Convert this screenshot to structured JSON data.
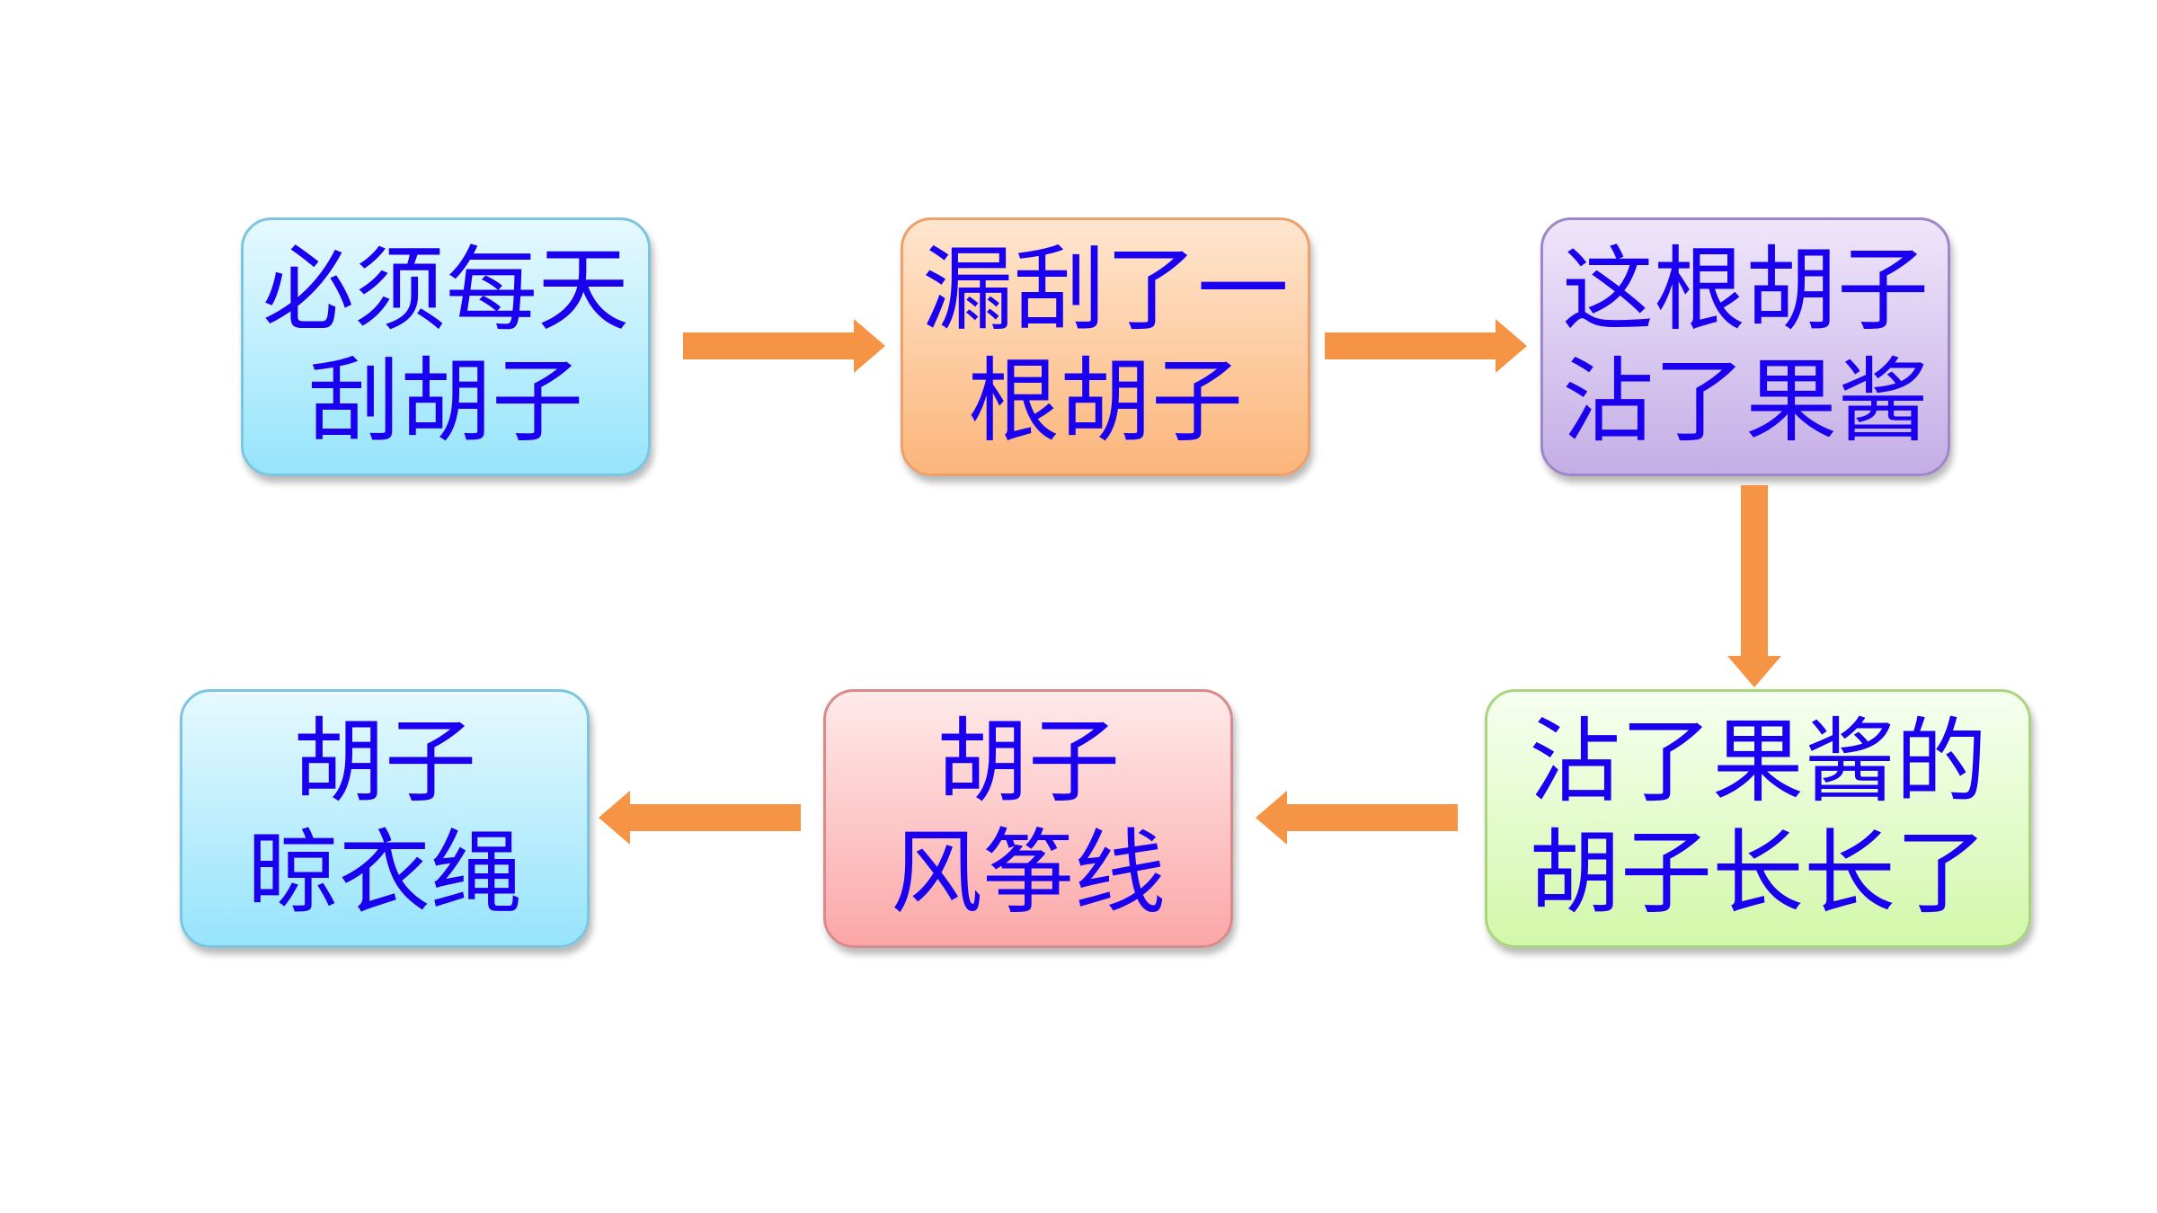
{
  "colors": {
    "text": "#1a00ee",
    "arrow": "#f59444",
    "blue_top": "#e6f9ff",
    "blue_bottom": "#96e4fb",
    "blue_border": "#7cc5e0",
    "orange_top": "#ffe6cf",
    "orange_bottom": "#fbb57a",
    "orange_border": "#eda06a",
    "purple_top": "#efe6fb",
    "purple_bottom": "#c4aee6",
    "purple_border": "#9d87c9",
    "green_top": "#f6fff0",
    "green_bottom": "#d2f8aa",
    "green_border": "#a9d57e",
    "pink_top": "#ffeaea",
    "pink_bottom": "#fca7a7",
    "pink_border": "#d98a8a"
  },
  "steps": [
    {
      "line1": "必须每天",
      "line2": "刮胡子",
      "color": "blue"
    },
    {
      "line1": "漏刮了一",
      "line2": "根胡子",
      "color": "orange"
    },
    {
      "line1": "这根胡子",
      "line2": "沾了果酱",
      "color": "purple"
    },
    {
      "line1": "沾了果酱的",
      "line2": "胡子长长了",
      "color": "green"
    },
    {
      "line1": "胡子",
      "line2": "风筝线",
      "color": "pink"
    },
    {
      "line1": "胡子",
      "line2": "晾衣绳",
      "color": "blue"
    }
  ],
  "arrows": [
    {
      "from": 0,
      "to": 1,
      "direction": "right"
    },
    {
      "from": 1,
      "to": 2,
      "direction": "right"
    },
    {
      "from": 2,
      "to": 3,
      "direction": "down"
    },
    {
      "from": 3,
      "to": 4,
      "direction": "left"
    },
    {
      "from": 4,
      "to": 5,
      "direction": "left"
    }
  ]
}
